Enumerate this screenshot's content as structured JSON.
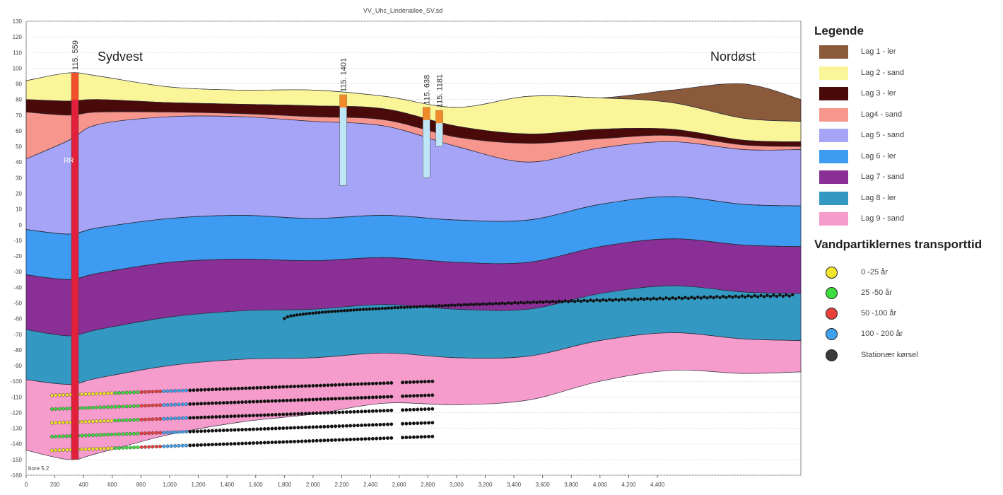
{
  "title": "VV_Uhc_Lindenallee_SV.sd",
  "left_label": "Sydvest",
  "right_label": "Nordøst",
  "bottom_left_note": "bore 5.2",
  "borehole_label_left": "RR",
  "boreholes": [
    {
      "label": "115. 559",
      "x": 340,
      "top": 97,
      "bottom": -150
    },
    {
      "label": "115. 1401",
      "x": 2210,
      "top": 83,
      "bottom": 25
    },
    {
      "label": "115. 638",
      "x": 2790,
      "top": 75,
      "bottom": 30
    },
    {
      "label": "115. 1181",
      "x": 2880,
      "top": 73,
      "bottom": 50
    }
  ],
  "axes": {
    "xlim": [
      0,
      5400
    ],
    "ylim": [
      -160,
      130
    ],
    "x_ticks": [
      "0",
      "200",
      "400",
      "600",
      "800",
      "1,000",
      "1,200",
      "1,400",
      "1,600",
      "1,800",
      "2,000",
      "2,200",
      "2,400",
      "2,600",
      "2,800",
      "3,000",
      "3,200",
      "3,400",
      "3,600",
      "3,800",
      "4,000",
      "4,200",
      "4,400"
    ],
    "y_ticks": [
      "130",
      "120",
      "110",
      "100",
      "90",
      "80",
      "70",
      "60",
      "50",
      "40",
      "30",
      "20",
      "10",
      "0",
      "-10",
      "-20",
      "-30",
      "-40",
      "-50",
      "-60",
      "-70",
      "-80",
      "-90",
      "-100",
      "-110",
      "-120",
      "-130",
      "-140",
      "-150",
      "-160"
    ]
  },
  "legend": {
    "title": "Legende",
    "items": [
      {
        "label": "Lag 1 - ler",
        "color": "#8b5a3a"
      },
      {
        "label": "Lag 2 - sand",
        "color": "#fbf59a"
      },
      {
        "label": "Lag 3 - ler",
        "color": "#4a0a0a"
      },
      {
        "label": "Lag4 - sand",
        "color": "#f6968c"
      },
      {
        "label": "Lag 5 - sand",
        "color": "#a6a4f7"
      },
      {
        "label": "Lag 6 - ler",
        "color": "#3e9bf2"
      },
      {
        "label": "Lag 7 - sand",
        "color": "#8a2f96"
      },
      {
        "label": "Lag 8 - ler",
        "color": "#3399c2"
      },
      {
        "label": "Lag 9 - sand",
        "color": "#f69ccc"
      }
    ]
  },
  "transport": {
    "title": "Vandpartiklernes transporttid",
    "items": [
      {
        "label": "0 -25 år",
        "color": "#f3e62c"
      },
      {
        "label": "25 -50 år",
        "color": "#3ddd3f"
      },
      {
        "label": "50 -100 år",
        "color": "#e8413c"
      },
      {
        "label": "100 - 200 år",
        "color": "#3ea2ee"
      },
      {
        "label": "Stationær kørsel",
        "color": "#3a3a3a"
      }
    ]
  },
  "chart_data": {
    "type": "area",
    "title": "VV_Uhc_Lindenallee_SV.sd",
    "xlabel": "",
    "ylabel": "",
    "xlim": [
      0,
      5400
    ],
    "ylim": [
      -160,
      130
    ],
    "x": [
      0,
      300,
      500,
      1000,
      1500,
      2000,
      2500,
      3000,
      3500,
      4000,
      4500,
      5000,
      5400
    ],
    "series": [
      {
        "name": "Lag 1 - ler",
        "values": [
          0,
          0,
          0,
          0,
          0,
          0,
          0,
          0,
          0,
          0,
          8,
          22,
          14
        ]
      },
      {
        "name": "Lag 2 - sand",
        "values": [
          12,
          18,
          15,
          10,
          9,
          10,
          8,
          12,
          24,
          20,
          17,
          14,
          13
        ]
      },
      {
        "name": "Lag 3 - ler",
        "values": [
          8,
          9,
          8,
          6,
          6,
          7,
          7,
          7,
          6,
          6,
          4,
          3,
          3
        ]
      },
      {
        "name": "Lag4 - sand",
        "values": [
          30,
          16,
          8,
          3,
          2,
          3,
          4,
          6,
          12,
          6,
          4,
          3,
          2
        ]
      },
      {
        "name": "Lag 5 - sand",
        "values": [
          45,
          60,
          66,
          65,
          63,
          62,
          57,
          47,
          37,
          36,
          35,
          35,
          36
        ]
      },
      {
        "name": "Lag 6 - ler",
        "values": [
          29,
          29,
          29,
          28,
          28,
          27,
          27,
          27,
          27,
          27,
          27,
          26,
          26
        ]
      },
      {
        "name": "Lag 7 - sand",
        "values": [
          35,
          36,
          36,
          35,
          33,
          31,
          30,
          30,
          30,
          30,
          30,
          30,
          30
        ]
      },
      {
        "name": "Lag 8 - ler",
        "values": [
          32,
          31,
          31,
          31,
          31,
          31,
          31,
          31,
          30,
          30,
          30,
          30,
          30
        ]
      },
      {
        "name": "Lag 9 - sand",
        "values": [
          45,
          48,
          48,
          44,
          40,
          36,
          32,
          30,
          28,
          26,
          24,
          22,
          20
        ]
      }
    ]
  }
}
